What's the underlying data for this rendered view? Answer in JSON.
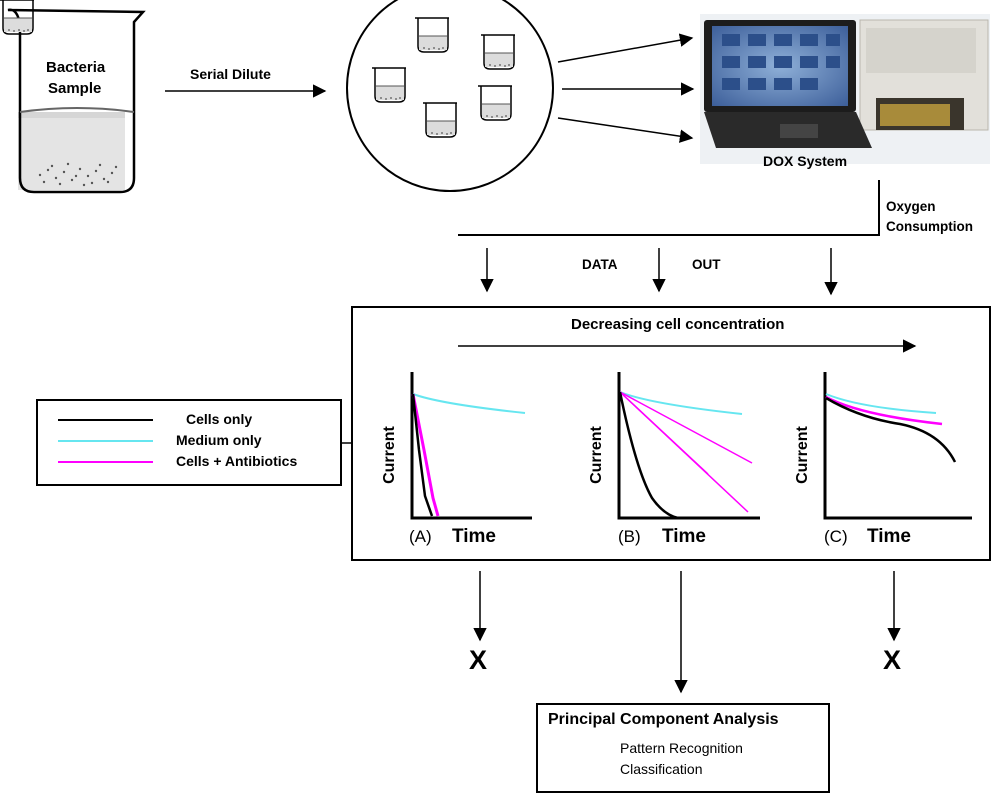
{
  "sample": {
    "line1": "Bacteria",
    "line2": "Sample"
  },
  "serial_dilute": "Serial Dilute",
  "dox_system": "DOX System",
  "oxygen": {
    "line1": "Oxygen",
    "line2": "Consumption"
  },
  "data_out": {
    "left": "DATA",
    "right": "OUT"
  },
  "decreasing": "Decreasing cell concentration",
  "legend": [
    {
      "label": "Cells only",
      "color": "#000000"
    },
    {
      "label": "Medium only",
      "color": "#66e6f0"
    },
    {
      "label": "Cells + Antibiotics",
      "color": "#ff00ff"
    }
  ],
  "panels": [
    {
      "letter": "(A)",
      "xlabel": "Time",
      "ylabel": "Current"
    },
    {
      "letter": "(B)",
      "xlabel": "Time",
      "ylabel": "Current"
    },
    {
      "letter": "(C)",
      "xlabel": "Time",
      "ylabel": "Current"
    }
  ],
  "reject_mark": "X",
  "pca": {
    "title": "Principal Component Analysis",
    "line1": "Pattern Recognition",
    "line2": "Classification"
  }
}
